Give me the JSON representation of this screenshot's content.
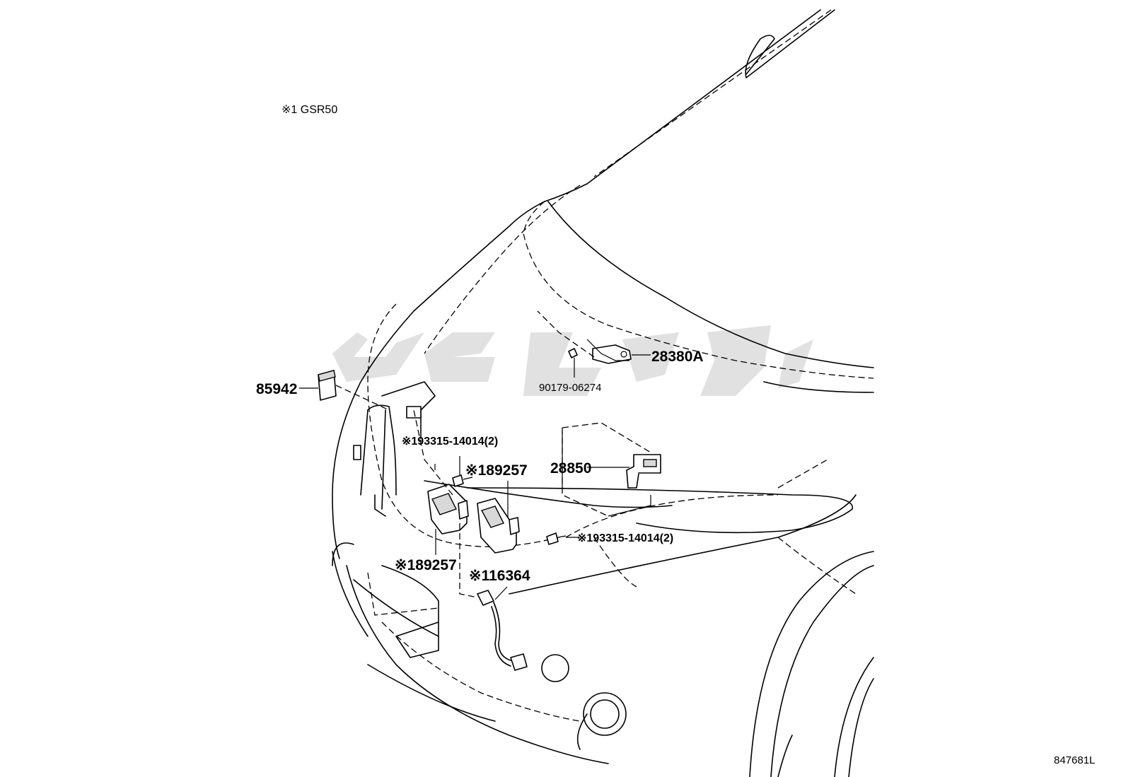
{
  "note": "※1 GSR50",
  "illustration_id": "847681L",
  "labels": {
    "p85942": "85942",
    "p28380A": "28380A",
    "p90179": "90179-06274",
    "p28850": "28850",
    "p93315_upper": "※193315-14014(2)",
    "p89257_upper": "※189257",
    "p89257_lower": "※189257",
    "p93315_lower": "※193315-14014(2)",
    "p16364": "※116364"
  },
  "colors": {
    "line": "#000000",
    "background": "#ffffff",
    "watermark": "#c8c8c8"
  }
}
